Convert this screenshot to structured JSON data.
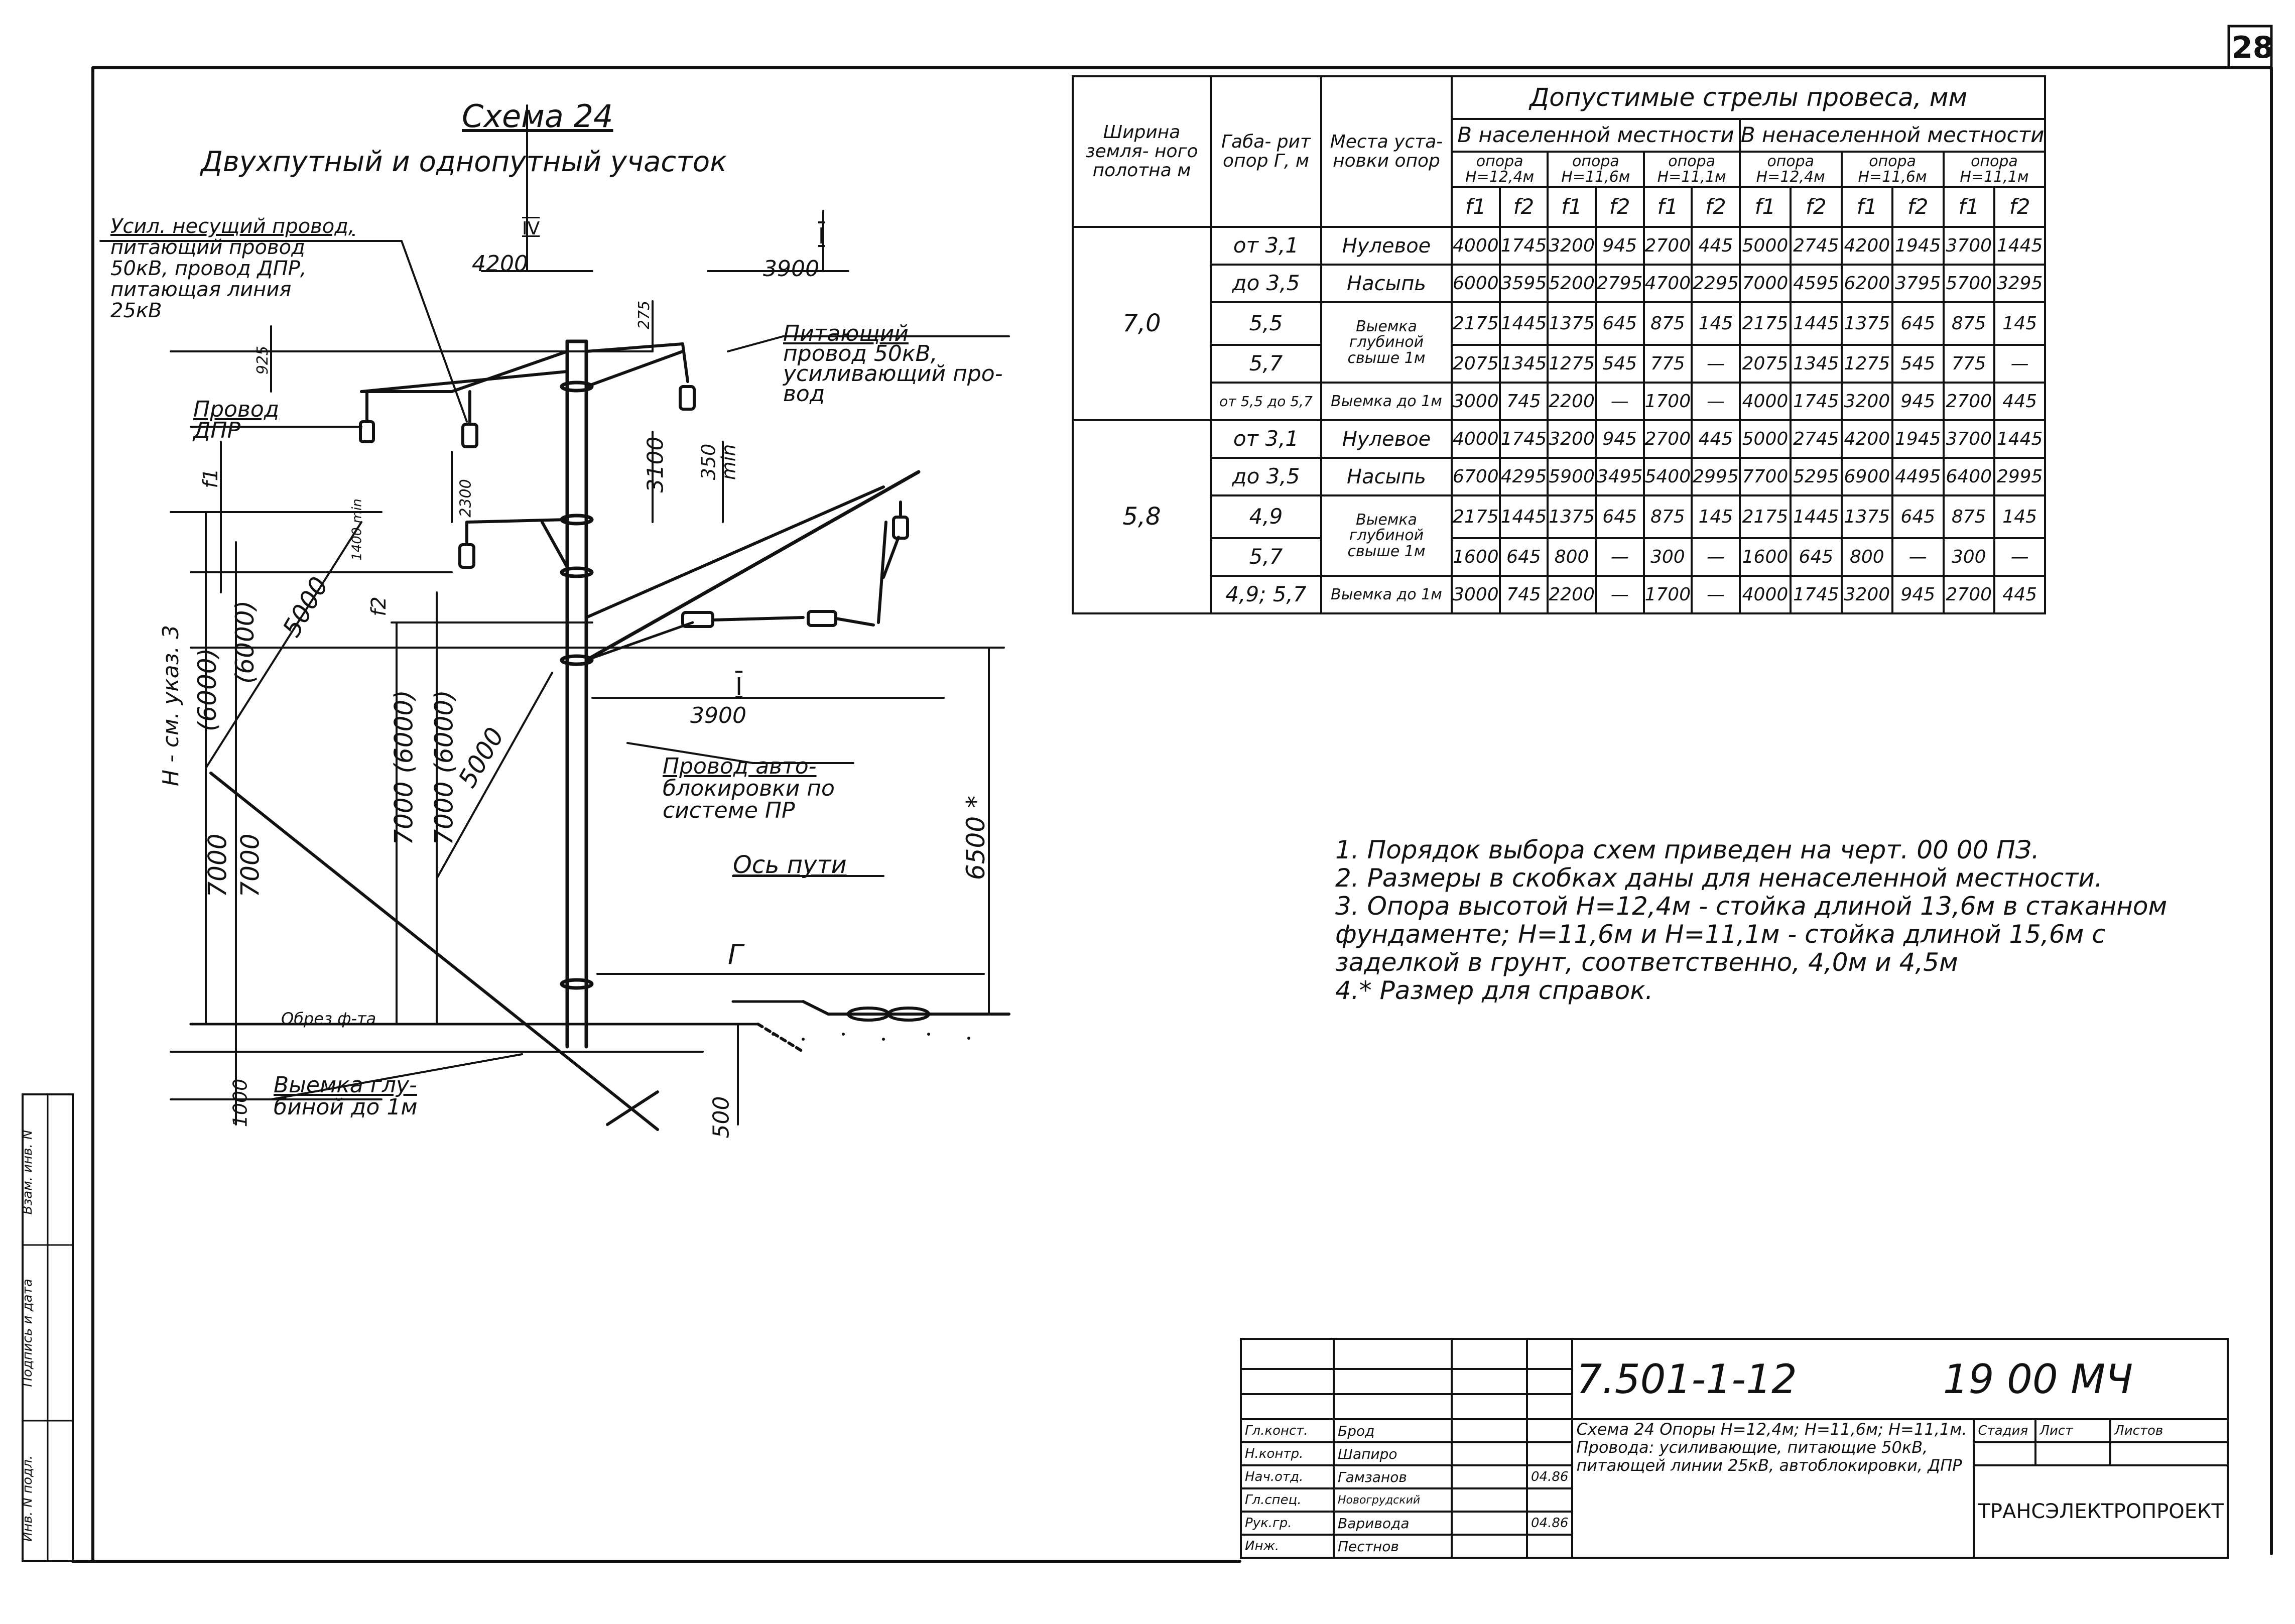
{
  "sheet_number": "28",
  "scheme": {
    "title": "Схема 24",
    "subtitle": "Двухпутный и однопутный участок"
  },
  "drawing": {
    "left_callout": [
      "Усил. несущий провод,",
      "питающий провод",
      "50кВ, провод ДПР,",
      "питающая линия",
      "25кВ"
    ],
    "wire_dpr": [
      "Провод",
      "ДПР"
    ],
    "feeder": [
      "Питающий",
      "провод 50кВ,",
      "усиливающий про-",
      "вод"
    ],
    "autoblock": [
      "Провод авто-",
      "блокировки по",
      "системе ПР"
    ],
    "track_axis": "Ось пути",
    "excavation": [
      "Выемка глу-",
      "биной до 1м"
    ],
    "foundation_cut": "Обрез ф-та",
    "roman_iv": "IV",
    "roman_i_top": "I",
    "roman_i_mid": "I",
    "dim_4200": "4200",
    "dim_3900_top": "3900",
    "dim_3900_mid": "3900",
    "dim_275": "275",
    "dim_925": "925",
    "dim_2300": "2300",
    "dim_3100": "3100",
    "dim_350min": [
      "350",
      "min"
    ],
    "dim_1400min": "1400 min",
    "dim_f1": "f1",
    "dim_f2": "f2",
    "dim_5000_left": "5000",
    "dim_5000_right": "5000",
    "dim_6000_a": "(6000)",
    "dim_6000_b": "(6000)",
    "dim_7000_a": "7000",
    "dim_7000_b": "7000",
    "dim_7000_6000_a": "7000 (6000)",
    "dim_7000_6000_b": "7000 (6000)",
    "dim_h_note": "H - см. указ. 3",
    "dim_6500": "6500 *",
    "dim_g": "Г",
    "dim_1000": "1000",
    "dim_500": "500"
  },
  "table": {
    "h_width": "Ширина земля- ного полотна м",
    "h_gabarit": "Габа- рит опор Г, м",
    "h_place": "Места уста- новки опор",
    "h_sag": "Допустимые стрелы провеса, мм",
    "h_populated": "В населенной местности",
    "h_unpopulated": "В ненаселенной местности",
    "h_supports": [
      "опора H=12,4м",
      "опора H=11,6м",
      "опора H=11,1м",
      "опора H=12,4м",
      "опора H=11,6м",
      "опора H=11,1м"
    ],
    "h_f": [
      "f1",
      "f2",
      "f1",
      "f2",
      "f1",
      "f2",
      "f1",
      "f2",
      "f1",
      "f2",
      "f1",
      "f2"
    ],
    "groups": [
      {
        "width": "7,0",
        "rows": [
          {
            "gab": "от 3,1",
            "place": "Нулевое",
            "v": [
              "4000",
              "1745",
              "3200",
              "945",
              "2700",
              "445",
              "5000",
              "2745",
              "4200",
              "1945",
              "3700",
              "1445"
            ]
          },
          {
            "gab": "до 3,5",
            "place": "Насыпь",
            "v": [
              "6000",
              "3595",
              "5200",
              "2795",
              "4700",
              "2295",
              "7000",
              "4595",
              "6200",
              "3795",
              "5700",
              "3295"
            ]
          },
          {
            "gab": "5,5",
            "place": "Выемка глубиной свыше 1м",
            "v": [
              "2175",
              "1445",
              "1375",
              "645",
              "875",
              "145",
              "2175",
              "1445",
              "1375",
              "645",
              "875",
              "145"
            ]
          },
          {
            "gab": "5,7",
            "place": "",
            "v": [
              "2075",
              "1345",
              "1275",
              "545",
              "775",
              "—",
              "2075",
              "1345",
              "1275",
              "545",
              "775",
              "—"
            ]
          },
          {
            "gab": "от 5,5 до 5,7",
            "place": "Выемка до 1м",
            "v": [
              "3000",
              "745",
              "2200",
              "—",
              "1700",
              "—",
              "4000",
              "1745",
              "3200",
              "945",
              "2700",
              "445"
            ]
          }
        ]
      },
      {
        "width": "5,8",
        "rows": [
          {
            "gab": "от 3,1",
            "place": "Нулевое",
            "v": [
              "4000",
              "1745",
              "3200",
              "945",
              "2700",
              "445",
              "5000",
              "2745",
              "4200",
              "1945",
              "3700",
              "1445"
            ]
          },
          {
            "gab": "до 3,5",
            "place": "Насыпь",
            "v": [
              "6700",
              "4295",
              "5900",
              "3495",
              "5400",
              "2995",
              "7700",
              "5295",
              "6900",
              "4495",
              "6400",
              "2995"
            ]
          },
          {
            "gab": "4,9",
            "place": "Выемка глубиной свыше 1м",
            "v": [
              "2175",
              "1445",
              "1375",
              "645",
              "875",
              "145",
              "2175",
              "1445",
              "1375",
              "645",
              "875",
              "145"
            ]
          },
          {
            "gab": "5,7",
            "place": "",
            "v": [
              "1600",
              "645",
              "800",
              "—",
              "300",
              "—",
              "1600",
              "645",
              "800",
              "—",
              "300",
              "—"
            ]
          },
          {
            "gab": "4,9; 5,7",
            "place": "Выемка до 1м",
            "v": [
              "3000",
              "745",
              "2200",
              "—",
              "1700",
              "—",
              "4000",
              "1745",
              "3200",
              "945",
              "2700",
              "445"
            ]
          }
        ]
      }
    ]
  },
  "notes": [
    "1. Порядок выбора схем приведен на черт. 00 00 ПЗ.",
    "2. Размеры в скобках даны для ненаселенной местности.",
    "3. Опора высотой H=12,4м - стойка длиной 13,6м в стаканном фундаменте; H=11,6м и H=11,1м - стойка длиной 15,6м с заделкой в грунт, соответственно, 4,0м и 4,5м",
    "4.* Размер для справок."
  ],
  "title_block": {
    "code": "7.501-1-12",
    "code2": "19 00 МЧ",
    "roles": [
      "Гл.конст.",
      "Н.контр.",
      "Нач.отд.",
      "Гл.спец.",
      "Рук.гр.",
      "Инж."
    ],
    "names": [
      "Брод",
      "Шапиро",
      "Гамзанов",
      "Новогрудский",
      "Варивода",
      "Пестнов"
    ],
    "date1": "04.86",
    "date2": "04.86",
    "description": "Схема 24 Опоры H=12,4м; H=11,6м; H=11,1м. Провода: усиливающие, питающие 50кВ, питающей линии 25кВ, автоблокировки, ДПР",
    "stage": "Стадия",
    "sheet": "Лист",
    "sheets": "Листов",
    "organization": "ТРАНСЭЛЕКТРОПРОЕКТ"
  },
  "side_stamp": [
    "Инв. N подл.",
    "Подпись и дата",
    "Взам. инв. N"
  ]
}
